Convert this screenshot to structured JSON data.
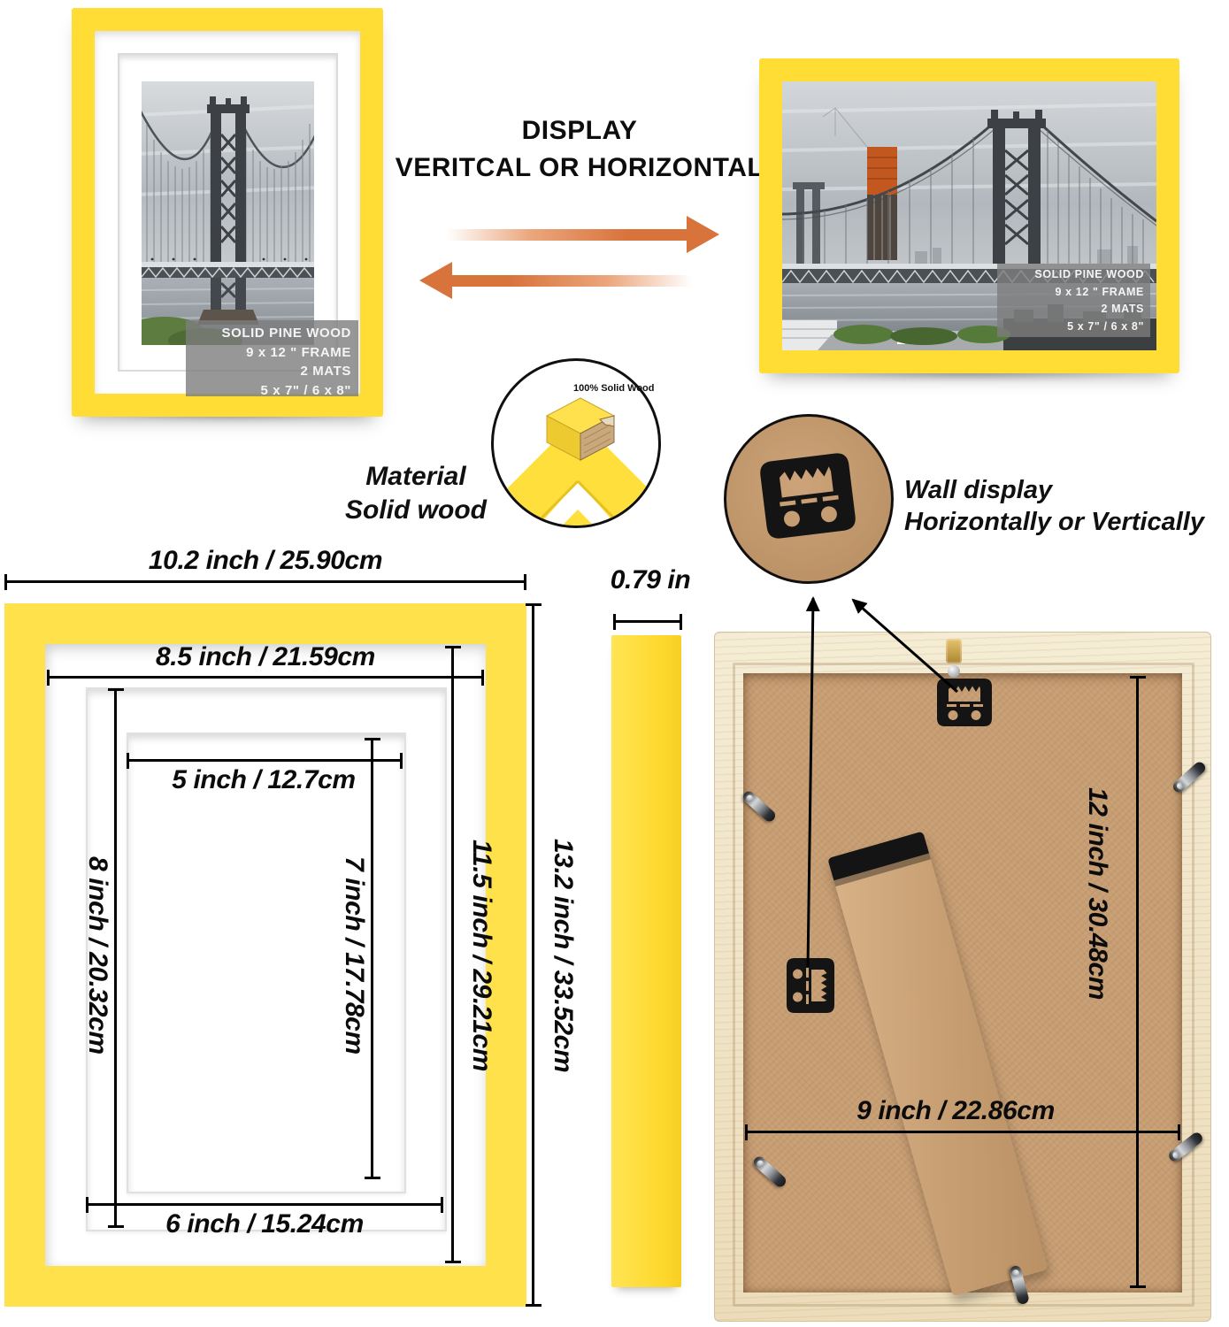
{
  "display_heading": {
    "line1": "DISPLAY",
    "line2": "VERITCAL OR HORIZONTAL"
  },
  "frame_badge": {
    "line1": "SOLID PINE WOOD",
    "line2": "9 x 12 \" FRAME",
    "line3": "2 MATS",
    "line4": "5 x 7\" / 6 x 8\""
  },
  "material_callout": {
    "line1": "Material",
    "line2": "Solid wood",
    "circle_label": "100% Solid Wood"
  },
  "wall_callout": {
    "line1": "Wall display",
    "line2": "Horizontally or Vertically"
  },
  "front_diagram": {
    "outer_width": "10.2 inch / 25.90cm",
    "outer_height": "13.2 inch / 33.52cm",
    "mat_width": "8.5 inch / 21.59cm",
    "mat_height": "11.5 inch / 29.21cm",
    "large_opening_height": "8 inch / 20.32cm",
    "large_opening_width": "6 inch / 15.24cm",
    "small_opening_width": "5 inch / 12.7cm",
    "small_opening_height": "7 inch / 17.78cm"
  },
  "side_profile": {
    "depth_label": "0.79 in"
  },
  "back_diagram": {
    "height_label": "12 inch / 30.48cm",
    "width_label": "9 inch / 22.86cm"
  },
  "colors": {
    "frame_yellow": "#FFDD35",
    "diagram_yellow": "#FFE14B",
    "arrow_orange": "#D9733C",
    "cardboard_brown": "#C79D72",
    "pine_wood": "#F1E5C9",
    "overlay_gray": "#7D7D7D"
  }
}
